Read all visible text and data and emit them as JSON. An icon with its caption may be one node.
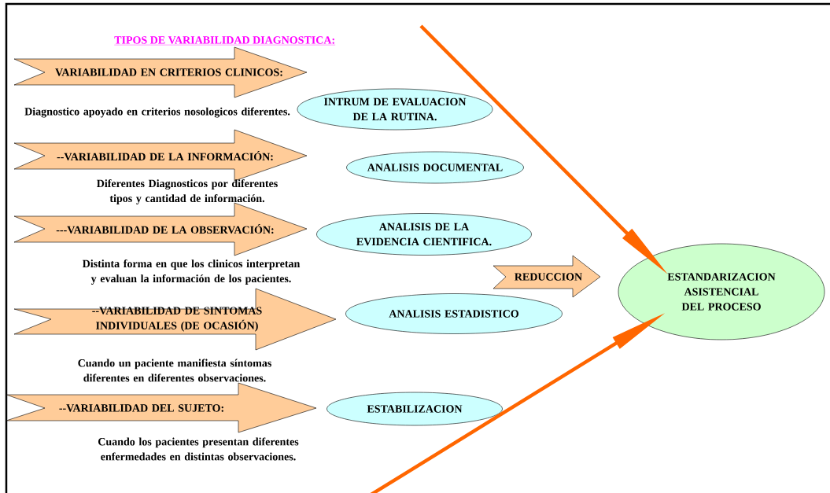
{
  "diagram": {
    "title": "TIPOS DE VARIABILIDAD DIAGNOSTICA:",
    "nodes": [
      {
        "text": [
          "VARIABILIDAD EN CRITERIOS CLINICOS:"
        ]
      },
      {
        "text": [
          "--VARIABILIDAD DE LA INFORMACIÓN:"
        ]
      },
      {
        "text": [
          "---VARIABILIDAD DE LA OBSERVACIÓN:"
        ]
      },
      {
        "text": [
          "--VARIABILIDAD DE SINTOMAS INDIVIDUALES (DE OCASIÓN)"
        ]
      },
      {
        "text": [
          "--VARIABILIDAD DEL SUJETO:"
        ]
      },
      {
        "text": [
          "INTRUM DE EVALUACION DE LA RUTINA."
        ]
      },
      {
        "text": [
          "ANALISIS DOCUMENTAL"
        ]
      },
      {
        "text": [
          "ANALISIS DE LA EVIDENCIA CIENTIFICA."
        ]
      },
      {
        "text": [
          "ANALISIS ESTADISTICO"
        ]
      },
      {
        "text": [
          "ESTABILIZACION"
        ]
      },
      {
        "text": [
          "REDUCCION"
        ]
      },
      {
        "text": [
          "ESTANDARIZACION ASISTENCIAL DEL PROCESO"
        ]
      }
    ],
    "edges": [
      {
        "from": null,
        "to": 11,
        "arrow": "to"
      },
      {
        "from": null,
        "to": 11,
        "arrow": "to"
      }
    ],
    "labels": [
      "Diagnostico apoyado en criterios nosologicos diferentes.",
      "Diferentes Diagnosticos por diferentes tipos y cantidad de información.",
      "Distinta forma en que los clinicos interpretan y evaluan la información de los pacientes.",
      "Cuando un paciente manifiesta síntomas diferentes en diferentes observaciones.",
      "Cuando los pacientes presentan diferentes enfermedades en distintas observaciones."
    ]
  }
}
